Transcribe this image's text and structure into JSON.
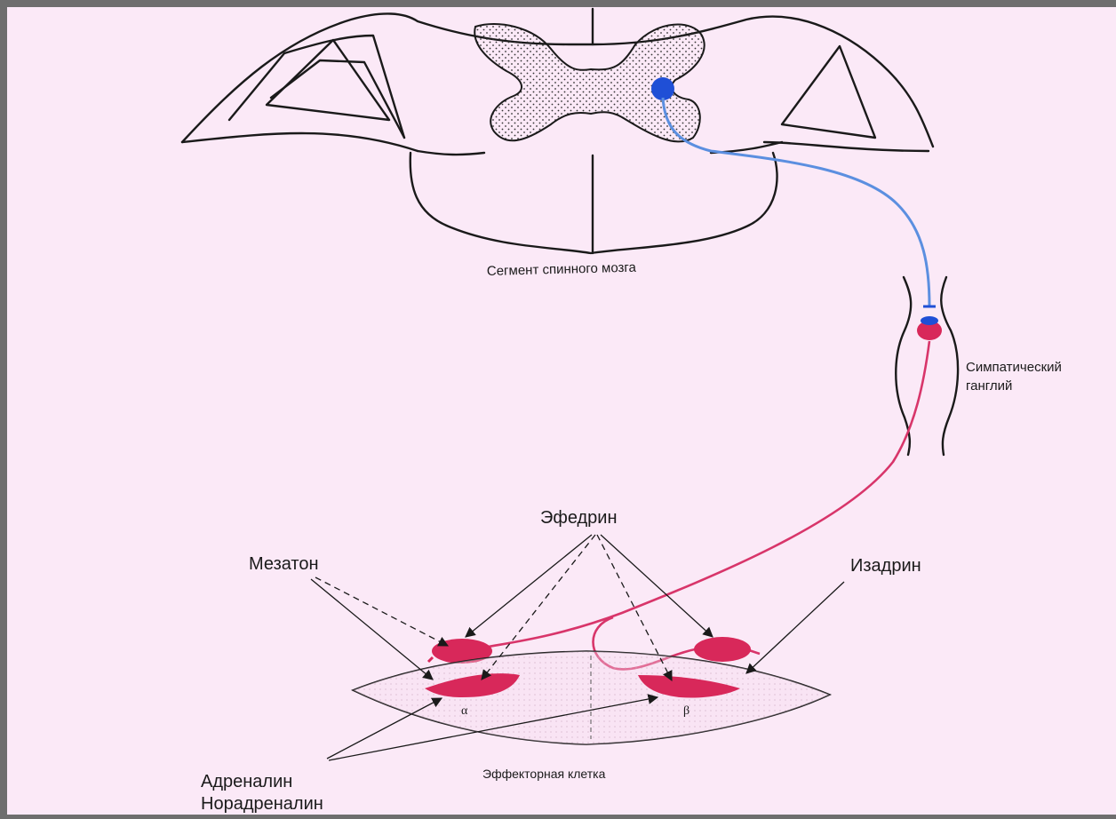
{
  "diagram": {
    "labels": {
      "spinal_segment": "Сегмент спинного мозга",
      "ganglion_line1": "Симпатический",
      "ganglion_line2": "ганглий",
      "ephedrine": "Эфедрин",
      "mezaton": "Мезатон",
      "izadrin": "Изадрин",
      "adrenaline": "Адреналин",
      "noradrenaline": "Норадреналин",
      "effector_cell": "Эффекторная клетка",
      "alpha": "α",
      "beta": "β"
    },
    "colors": {
      "background": "#fbe9f7",
      "frame": "#6e6e6e",
      "preganglionic_fiber": "#5b8fe0",
      "preganglionic_neuron": "#1f4fd6",
      "postganglionic_fiber": "#d8356a",
      "terminal_fill": "#d8285a",
      "outline": "#1a1a1a"
    }
  }
}
